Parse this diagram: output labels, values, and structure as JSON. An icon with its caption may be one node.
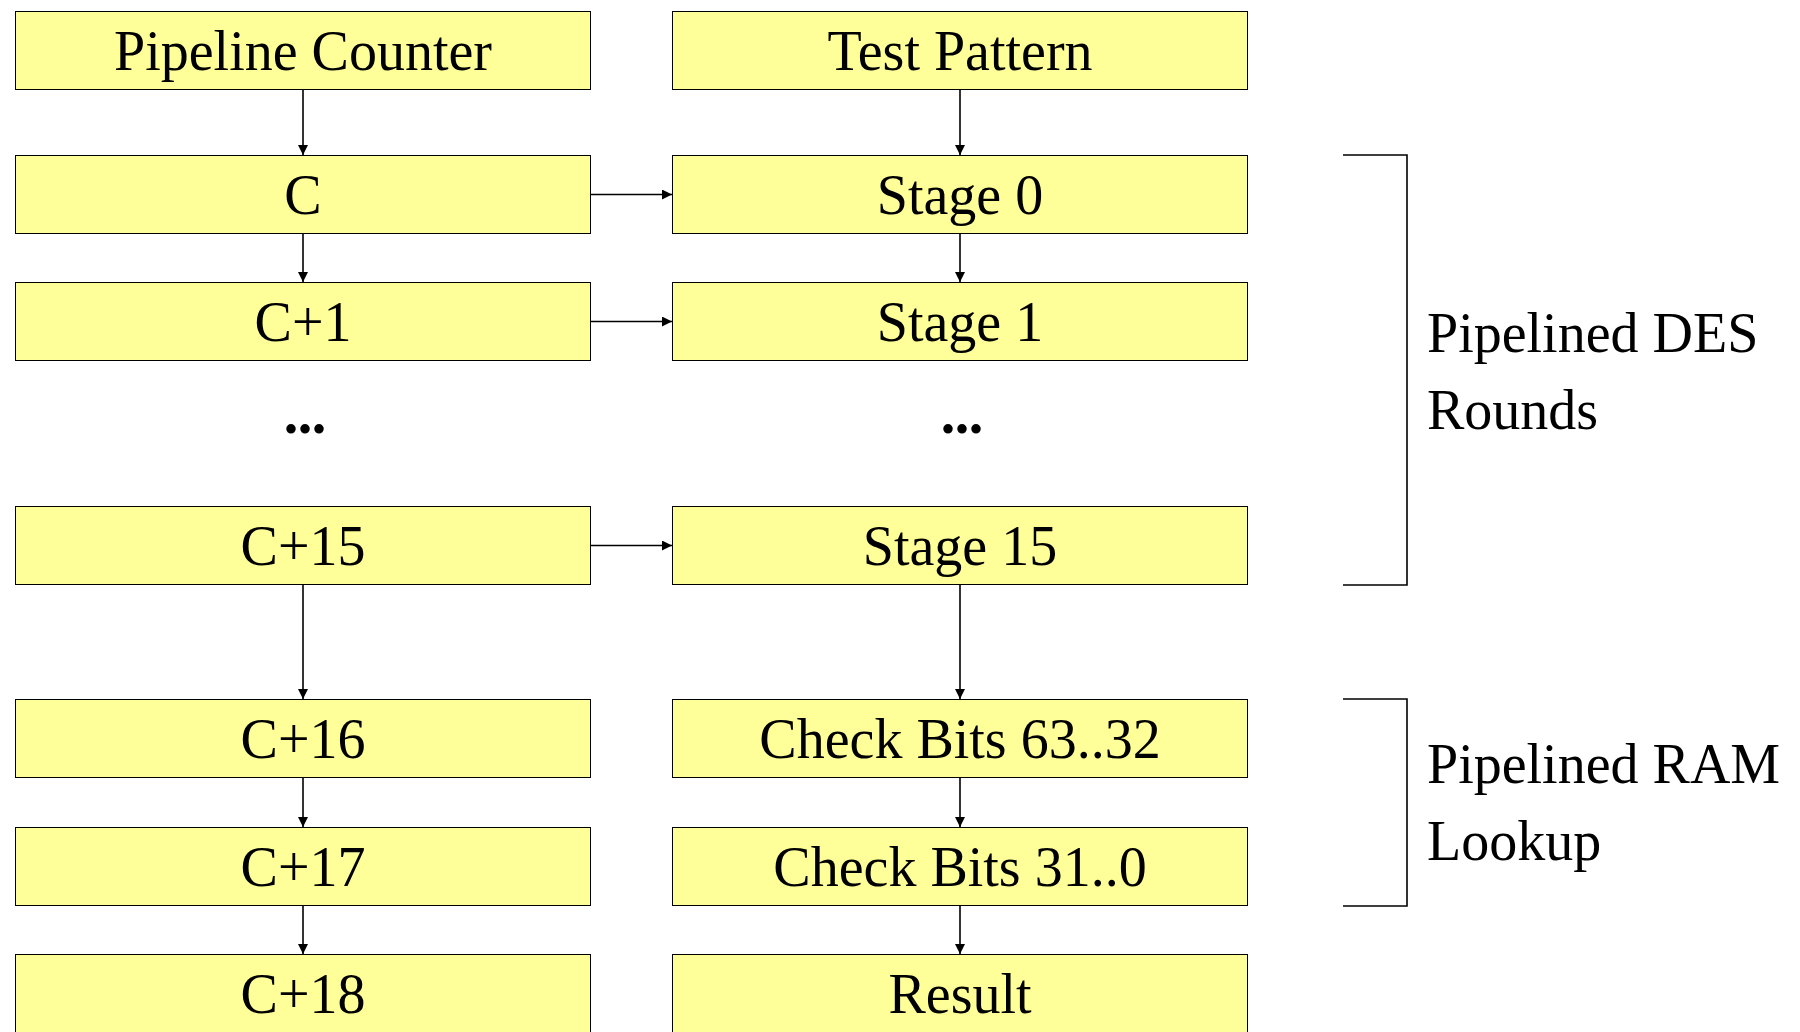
{
  "diagram": {
    "nodes": [
      {
        "text": [
          "Pipeline Counter"
        ]
      },
      {
        "text": [
          "Test Pattern"
        ]
      },
      {
        "text": [
          "C"
        ]
      },
      {
        "text": [
          "Stage 0"
        ]
      },
      {
        "text": [
          "C+1"
        ]
      },
      {
        "text": [
          "Stage 1"
        ]
      },
      {
        "text": [
          "C+15"
        ]
      },
      {
        "text": [
          "Stage 15"
        ]
      },
      {
        "text": [
          "C+16"
        ]
      },
      {
        "text": [
          "Check Bits 63..32"
        ]
      },
      {
        "text": [
          "C+17"
        ]
      },
      {
        "text": [
          "Check Bits 31..0"
        ]
      },
      {
        "text": [
          "C+18"
        ]
      },
      {
        "text": [
          "Result"
        ]
      }
    ],
    "edges": [
      {
        "from": 0,
        "to": 2,
        "arrow": "to"
      },
      {
        "from": 1,
        "to": 3,
        "arrow": "to"
      },
      {
        "from": 2,
        "to": 3,
        "arrow": "to"
      },
      {
        "from": 2,
        "to": 4,
        "arrow": "to"
      },
      {
        "from": 3,
        "to": 5,
        "arrow": "to"
      },
      {
        "from": 4,
        "to": 5,
        "arrow": "to"
      },
      {
        "from": 6,
        "to": 7,
        "arrow": "to"
      },
      {
        "from": 6,
        "to": 8,
        "arrow": "to"
      },
      {
        "from": 7,
        "to": 9,
        "arrow": "to"
      },
      {
        "from": 8,
        "to": 10,
        "arrow": "to"
      },
      {
        "from": 9,
        "to": 11,
        "arrow": "to"
      },
      {
        "from": 10,
        "to": 12,
        "arrow": "to"
      },
      {
        "from": 11,
        "to": 13,
        "arrow": "to"
      }
    ],
    "labels": [
      "•••",
      "•••",
      "Pipelined DES Rounds",
      "Pipelined RAM Lookup"
    ]
  }
}
